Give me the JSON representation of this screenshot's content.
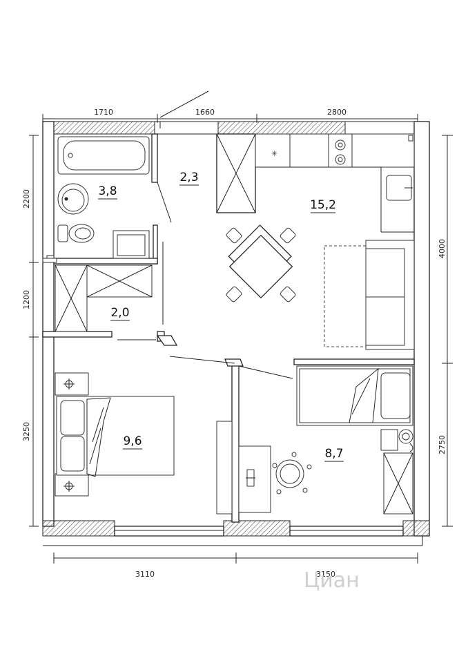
{
  "dimensions": {
    "top": [
      "1710",
      "1660",
      "2800"
    ],
    "bottom": [
      "3110",
      "3150"
    ],
    "left": [
      "2200",
      "1200",
      "3250"
    ],
    "right": [
      "4000",
      "2750"
    ]
  },
  "rooms": [
    {
      "id": "bathroom",
      "area": "3,8"
    },
    {
      "id": "hall",
      "area": "2,3"
    },
    {
      "id": "kitchen-living",
      "area": "15,2"
    },
    {
      "id": "storage",
      "area": "2,0"
    },
    {
      "id": "bedroom",
      "area": "9,6"
    },
    {
      "id": "kids-room",
      "area": "8,7"
    }
  ],
  "watermark": "Циан",
  "colors": {
    "wall_hatch": "#555555",
    "line": "#222222"
  }
}
